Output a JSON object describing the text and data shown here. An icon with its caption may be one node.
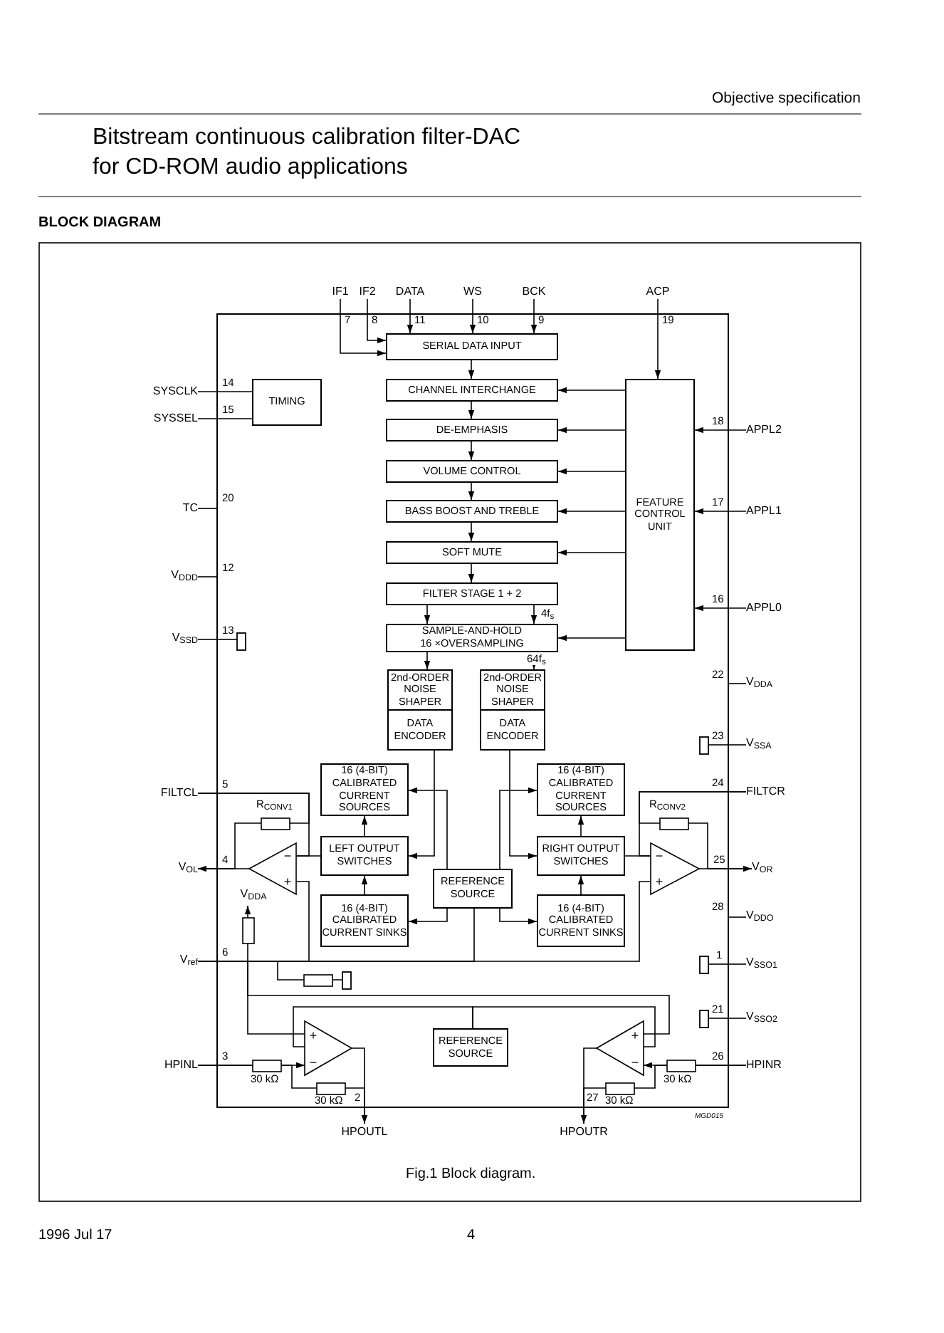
{
  "diagram": {
    "title": "Bitstream continuous calibration filter-DAC for CD-ROM audio applications",
    "caption": "Fig.1 Block diagram.",
    "nodes": [
      {
        "text": [],
        "shape": "box"
      },
      {
        "text": [
          "SERIAL DATA INPUT"
        ],
        "in": 0
      },
      {
        "text": [
          "CHANNEL INTERCHANGE"
        ],
        "in": 0
      },
      {
        "text": [
          "DE-EMPHASIS"
        ],
        "in": 0
      },
      {
        "text": [
          "VOLUME CONTROL"
        ],
        "in": 0
      },
      {
        "text": [
          "BASS BOOST AND TREBLE"
        ],
        "in": 0
      },
      {
        "text": [
          "SOFT MUTE"
        ],
        "in": 0
      },
      {
        "text": [
          "FILTER STAGE 1 + 2"
        ],
        "in": 0
      },
      {
        "text": [
          "SAMPLE-AND-HOLD 16 ×OVERSAMPLING"
        ],
        "in": 0
      },
      {
        "text": [
          "TIMING"
        ],
        "in": 0
      },
      {
        "text": [
          "FEATURE CONTROL UNIT"
        ],
        "in": 0
      },
      {
        "text": [
          "2nd-ORDER NOISE SHAPER",
          "DATA ENCODER"
        ],
        "in": 0
      },
      {
        "text": [
          "2nd-ORDER NOISE SHAPER",
          "DATA ENCODER"
        ],
        "in": 0
      },
      {
        "text": [
          "16 (4-BIT) CALIBRATED CURRENT SOURCES"
        ],
        "in": 0
      },
      {
        "text": [
          "LEFT OUTPUT SWITCHES"
        ],
        "in": 0
      },
      {
        "text": [
          "16 (4-BIT) CALIBRATED CURRENT SINKS"
        ],
        "in": 0
      },
      {
        "text": [
          "REFERENCE SOURCE"
        ],
        "in": 0
      },
      {
        "text": [
          "16 (4-BIT) CALIBRATED CURRENT SOURCES"
        ],
        "in": 0
      },
      {
        "text": [
          "RIGHT OUTPUT SWITCHES"
        ],
        "in": 0
      },
      {
        "text": [
          "16 (4-BIT) CALIBRATED CURRENT SINKS"
        ],
        "in": 0
      },
      {
        "text": [
          "REFERENCE SOURCE"
        ],
        "in": 0
      },
      {
        "text": [
          "−",
          "+"
        ],
        "in": 0
      },
      {
        "text": [
          "−",
          "+"
        ],
        "in": 0
      },
      {
        "text": [
          "+",
          "−"
        ],
        "in": 0
      },
      {
        "text": [
          "+",
          "−"
        ],
        "in": 0
      },
      {
        "text": [
          "IF1"
        ]
      },
      {
        "text": [
          "IF2"
        ]
      },
      {
        "text": [
          "DATA"
        ]
      },
      {
        "text": [
          "WS"
        ]
      },
      {
        "text": [
          "BCK"
        ]
      },
      {
        "text": [
          "ACP"
        ]
      },
      {
        "text": [
          "SYSCLK"
        ]
      },
      {
        "text": [
          "SYSSEL"
        ]
      },
      {
        "text": [
          "TC"
        ]
      },
      {
        "text": [
          "V$_{DDD}$"
        ]
      },
      {
        "text": [
          "V$_{SSD}$"
        ]
      },
      {
        "text": [
          "FILTCL"
        ]
      },
      {
        "text": [
          "V$_{OL}$"
        ]
      },
      {
        "text": [
          "V$_{ref}$"
        ]
      },
      {
        "text": [
          "HPINL"
        ]
      },
      {
        "text": [
          "APPL2"
        ]
      },
      {
        "text": [
          "APPL1"
        ]
      },
      {
        "text": [
          "APPL0"
        ]
      },
      {
        "text": [
          "V$_{DDA}$"
        ]
      },
      {
        "text": [
          "V$_{SSA}$"
        ]
      },
      {
        "text": [
          "FILTCR"
        ]
      },
      {
        "text": [
          "V$_{OR}$"
        ]
      },
      {
        "text": [
          "V$_{DDO}$"
        ]
      },
      {
        "text": [
          "V$_{SSO1}$"
        ]
      },
      {
        "text": [
          "V$_{SSO2}$"
        ]
      },
      {
        "text": [
          "HPINR"
        ]
      },
      {
        "text": [
          "HPOUTL"
        ]
      },
      {
        "text": [
          "HPOUTR"
        ]
      },
      {
        "text": [
          "V$_{DDA}$"
        ],
        "in": 0
      }
    ],
    "edges": [
      {
        "from": 1,
        "to": 2,
        "arrow": "to"
      },
      {
        "from": 2,
        "to": 3,
        "arrow": "to"
      },
      {
        "from": 3,
        "to": 4,
        "arrow": "to"
      },
      {
        "from": 4,
        "to": 5,
        "arrow": "to"
      },
      {
        "from": 5,
        "to": 6,
        "arrow": "to"
      },
      {
        "from": 6,
        "to": 7,
        "arrow": "to"
      },
      {
        "from": 7,
        "to": 8,
        "arrow": "to"
      },
      {
        "from": 7,
        "to": 8,
        "arrow": "to",
        "label": "4f$_{s}$"
      },
      {
        "from": 25,
        "to": 1,
        "arrow": "to"
      },
      {
        "from": 26,
        "to": 1,
        "arrow": "to"
      },
      {
        "from": 27,
        "to": 1,
        "arrow": "to"
      },
      {
        "from": 28,
        "to": 1,
        "arrow": "to"
      },
      {
        "from": 29,
        "to": 1,
        "arrow": "to"
      },
      {
        "from": 30,
        "to": 10,
        "arrow": "to"
      },
      {
        "from": 10,
        "to": 2,
        "arrow": "to"
      },
      {
        "from": 10,
        "to": 3,
        "arrow": "to"
      },
      {
        "from": 10,
        "to": 4,
        "arrow": "to"
      },
      {
        "from": 10,
        "to": 5,
        "arrow": "to"
      },
      {
        "from": 10,
        "to": 6,
        "arrow": "to"
      },
      {
        "from": 10,
        "to": 8,
        "arrow": "to"
      },
      {
        "from": 40,
        "to": 10,
        "arrow": "to"
      },
      {
        "from": 41,
        "to": 10,
        "arrow": "to"
      },
      {
        "from": 42,
        "to": 10,
        "arrow": "to"
      },
      {
        "from": 31,
        "to": 9,
        "arrow": "none"
      },
      {
        "from": 32,
        "to": 9,
        "arrow": "none"
      },
      {
        "from": 8,
        "to": 11,
        "arrow": "to"
      },
      {
        "from": 8,
        "to": 12,
        "arrow": "to",
        "label": "64f$_{s}$"
      },
      {
        "from": 11,
        "to": 14,
        "arrow": "to"
      },
      {
        "from": 12,
        "to": 18,
        "arrow": "to"
      },
      {
        "from": 16,
        "to": 13,
        "arrow": "to"
      },
      {
        "from": 16,
        "to": 15,
        "arrow": "to"
      },
      {
        "from": 16,
        "to": 17,
        "arrow": "to"
      },
      {
        "from": 16,
        "to": 19,
        "arrow": "to"
      },
      {
        "from": 14,
        "to": 13,
        "arrow": "to"
      },
      {
        "from": 15,
        "to": 14,
        "arrow": "to"
      },
      {
        "from": 18,
        "to": 17,
        "arrow": "to"
      },
      {
        "from": 19,
        "to": 18,
        "arrow": "to"
      },
      {
        "from": 14,
        "to": 21,
        "arrow": "none"
      },
      {
        "from": 21,
        "to": 37,
        "arrow": "to"
      },
      {
        "from": 36,
        "to": 21,
        "arrow": "none"
      },
      {
        "from": 38,
        "to": 21,
        "arrow": "none"
      },
      {
        "from": 18,
        "to": 22,
        "arrow": "none"
      },
      {
        "from": 22,
        "to": 46,
        "arrow": "to"
      },
      {
        "from": 45,
        "to": 22,
        "arrow": "none"
      },
      {
        "from": 38,
        "to": 22,
        "arrow": "none"
      },
      {
        "from": 38,
        "to": 16,
        "arrow": "none"
      },
      {
        "from": 39,
        "to": 23,
        "arrow": "to"
      },
      {
        "from": 23,
        "to": 51,
        "arrow": "to"
      },
      {
        "from": 50,
        "to": 24,
        "arrow": "to"
      },
      {
        "from": 24,
        "to": 52,
        "arrow": "to"
      },
      {
        "from": 20,
        "to": 23,
        "arrow": "none"
      },
      {
        "from": 20,
        "to": 24,
        "arrow": "none"
      },
      {
        "from": 38,
        "to": 53,
        "arrow": "to"
      },
      {
        "from": 38,
        "to": 23,
        "arrow": "none"
      },
      {
        "from": 38,
        "to": 24,
        "arrow": "none"
      },
      {
        "from": 33,
        "to": 0,
        "arrow": "none"
      },
      {
        "from": 34,
        "to": 0,
        "arrow": "none"
      },
      {
        "from": 35,
        "to": 0,
        "arrow": "none"
      },
      {
        "from": 43,
        "to": 0,
        "arrow": "none"
      },
      {
        "from": 44,
        "to": 0,
        "arrow": "none"
      },
      {
        "from": 47,
        "to": 0,
        "arrow": "none"
      },
      {
        "from": 48,
        "to": 0,
        "arrow": "none"
      },
      {
        "from": 49,
        "to": 0,
        "arrow": "none"
      },
      {
        "from": 37,
        "to": 36,
        "arrow": "none"
      },
      {
        "from": 46,
        "to": 45,
        "arrow": "none"
      },
      {
        "from": 51,
        "to": 39,
        "arrow": "none"
      },
      {
        "from": 52,
        "to": 50,
        "arrow": "none"
      }
    ],
    "labels": [
      "Objective specification",
      "BLOCK DIAGRAM",
      "7",
      "8",
      "11",
      "10",
      "9",
      "19",
      "14",
      "15",
      "18",
      "20",
      "17",
      "12",
      "16",
      "13",
      "22",
      "23",
      "5",
      "24",
      "R$_{CONV1}$",
      "R$_{CONV2}$",
      "4",
      "25",
      "28",
      "6",
      "1",
      "21",
      "3",
      "26",
      "30 kΩ",
      "30 kΩ",
      "30 kΩ",
      "2",
      "27",
      "30 kΩ",
      "MGD015",
      "1996 Jul 17",
      "4"
    ]
  }
}
